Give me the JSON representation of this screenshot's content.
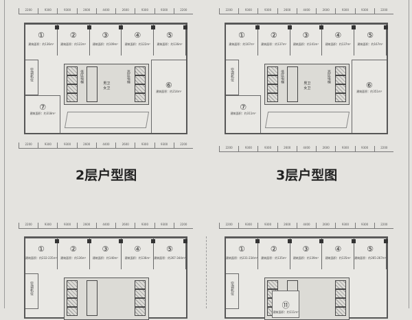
{
  "plans": [
    {
      "title": "2层户型图",
      "area_label": "建筑面积：约",
      "units": [
        {
          "no": "①",
          "area": "136m²"
        },
        {
          "no": "②",
          "area": "122m²"
        },
        {
          "no": "③",
          "area": "109m²"
        },
        {
          "no": "④",
          "area": "122m²"
        },
        {
          "no": "⑤",
          "area": "136m²"
        }
      ],
      "unit6": {
        "no": "⑥",
        "area": "214m²"
      },
      "unit7": {
        "no": "⑦",
        "area": "318m²"
      },
      "dims": [
        "2200",
        "9300",
        "9300",
        "2600",
        "4400",
        "2600",
        "9300",
        "9300",
        "2200"
      ],
      "labels": {
        "shaft": "空调机位",
        "lift_low": "低区电梯",
        "lift_high": "高区电梯",
        "wc": "男卫 女卫"
      }
    },
    {
      "title": "3层户型图",
      "area_label": "建筑面积：约",
      "units": [
        {
          "no": "①",
          "area": "167m²"
        },
        {
          "no": "②",
          "area": "137m²"
        },
        {
          "no": "③",
          "area": "141m²"
        },
        {
          "no": "④",
          "area": "137m²"
        },
        {
          "no": "⑤",
          "area": "167m²"
        }
      ],
      "unit6": {
        "no": "⑥",
        "area": "351m²"
      },
      "unit7": {
        "no": "⑦",
        "area": "311m²"
      },
      "dims": [
        "2200",
        "9300",
        "9300",
        "2600",
        "4400",
        "2600",
        "9300",
        "9300",
        "2200"
      ],
      "labels": {
        "shaft": "空调机位",
        "lift_low": "低区电梯",
        "lift_high": "高区电梯",
        "wc": "男卫 女卫"
      }
    },
    {
      "units": [
        {
          "no": "①",
          "area": "232-235m²"
        },
        {
          "no": "②",
          "area": "136m²"
        },
        {
          "no": "③",
          "area": "140m²"
        },
        {
          "no": "④",
          "area": "136m²"
        },
        {
          "no": "⑤",
          "area": "267-344m²"
        }
      ],
      "area_label": "建筑面积：约",
      "dims": [
        "2200",
        "9300",
        "9300",
        "2600",
        "4400",
        "2600",
        "9300",
        "9300",
        "2200"
      ],
      "labels": {
        "shaft": "空调机位"
      }
    },
    {
      "units": [
        {
          "no": "①",
          "area": "231-234m²"
        },
        {
          "no": "②",
          "area": "135m²"
        },
        {
          "no": "③",
          "area": "139m²"
        },
        {
          "no": "④",
          "area": "135m²"
        },
        {
          "no": "⑤",
          "area": "265-267m²"
        }
      ],
      "area_label": "建筑面积：约",
      "unit11": {
        "no": "⑪",
        "area": "111m²"
      },
      "dims": [
        "2200",
        "9300",
        "9300",
        "2600",
        "4400",
        "2600",
        "9300",
        "9300",
        "2200"
      ],
      "labels": {
        "shaft": "空调机位"
      }
    }
  ]
}
